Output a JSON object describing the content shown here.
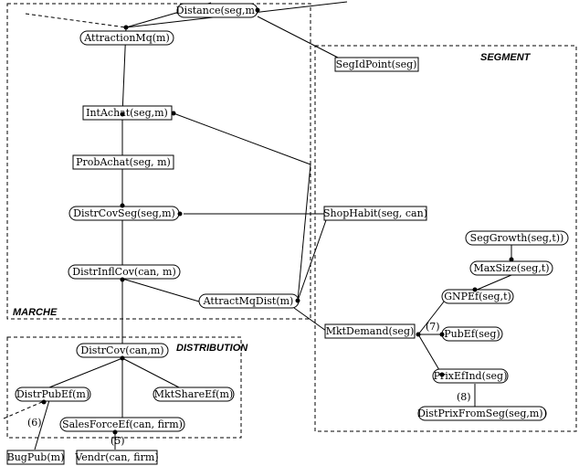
{
  "regions": {
    "marche": "MARCHE",
    "segment": "SEGMENT",
    "distribution": "DISTRIBUTION"
  },
  "nodes": {
    "distance": "Distance(seg,m)",
    "attraction_mq": "AttractionMq(m)",
    "seg_id_point": "SegIdPoint(seg)",
    "int_achat": "IntAchat(seg,m)",
    "prob_achat": "ProbAchat(seg, m)",
    "distr_cov_seg": "DistrCovSeg(seg,m)",
    "shop_habit": "ShopHabit(seg, can)",
    "distr_infl_cov": "DistrInflCov(can, m)",
    "attract_mq_dist": "AttractMqDist(m)",
    "seg_growth": "SegGrowth(seg,t))",
    "max_size": "MaxSize(seg,t)",
    "gnp_ef": "GNPEf(seg,t)",
    "mkt_demand": "MktDemand(seg)",
    "pub_ef": "PubEf(seg)",
    "prix_ef_ind": "PrixEfInd(seg)",
    "distr_prix_from_seg": "DistPrixFromSeg(seg,m))",
    "distr_cov": "DistrCov(can,m)",
    "distr_pub_ef": "DistrPubEf(m)",
    "mkt_share_ef": "MktShareEf(m)",
    "sales_force_ef": "SalesForceEf(can, firm)",
    "bug_pub": "BugPub(m)",
    "vendr": "Vendr(can, firm)"
  },
  "edge_labels": {
    "label_7": "(7)",
    "label_8": "(8)",
    "label_6": "(6)",
    "label_5": "(5)"
  }
}
